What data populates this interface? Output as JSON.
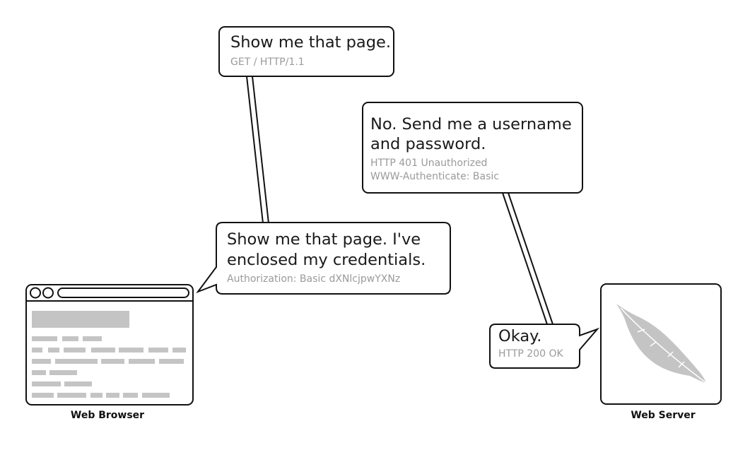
{
  "bubbles": {
    "get_request": {
      "message": "Show me that page.",
      "http": "GET / HTTP/1.1"
    },
    "unauthorized_response": {
      "message_line1": "No. Send me a username",
      "message_line2": "and password.",
      "http_line1": "HTTP 401 Unauthorized",
      "http_line2": "WWW-Authenticate: Basic"
    },
    "credentials_request": {
      "message_line1": "Show me that page. I've",
      "message_line2": "enclosed my credentials.",
      "http": "Authorization: Basic dXNlcjpwYXNz"
    },
    "ok_response": {
      "message": "Okay.",
      "http": "HTTP 200 OK"
    }
  },
  "actors": {
    "browser": {
      "caption": "Web Browser",
      "icon": "web-browser-icon"
    },
    "server": {
      "caption": "Web Server",
      "icon": "feather-icon"
    }
  },
  "colors": {
    "stroke": "#111111",
    "sub_text": "#9a9a9a",
    "placeholder": "#c4c4c4",
    "feather": "#c4c4c4"
  }
}
